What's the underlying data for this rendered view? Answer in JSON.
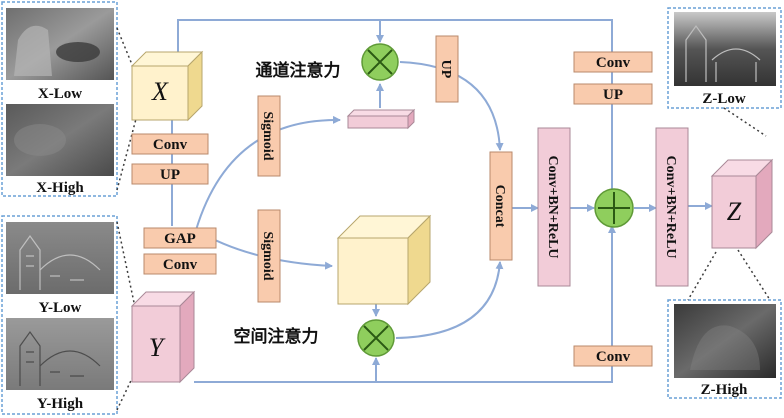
{
  "title": "",
  "thumbnails": {
    "x_low": "X-Low",
    "x_high": "X-High",
    "y_low": "Y-Low",
    "y_high": "Y-High",
    "z_low": "Z-Low",
    "z_high": "Z-High"
  },
  "inputs": {
    "x": "X",
    "y": "Y",
    "z": "Z"
  },
  "ops": {
    "conv_x": "Conv",
    "up_x": "UP",
    "gap": "GAP",
    "conv_y": "Conv",
    "sigmoid_top": "Sigmoid",
    "sigmoid_bottom": "Sigmoid",
    "up_top": "UP",
    "concat": "Concat",
    "cbr_1": "Conv+BN+ReLU",
    "cbr_2": "Conv+BN+ReLU",
    "conv_top_right": "Conv",
    "up_top_right": "UP",
    "conv_bottom_right": "Conv"
  },
  "attention": {
    "channel": "通道注意力",
    "spatial": "空间注意力"
  },
  "colors": {
    "line": "#8eaad6",
    "orange": "#f9cbad",
    "pink": "#f2ccd8",
    "cube": "#fff2cc",
    "green": "#8fce5d"
  }
}
